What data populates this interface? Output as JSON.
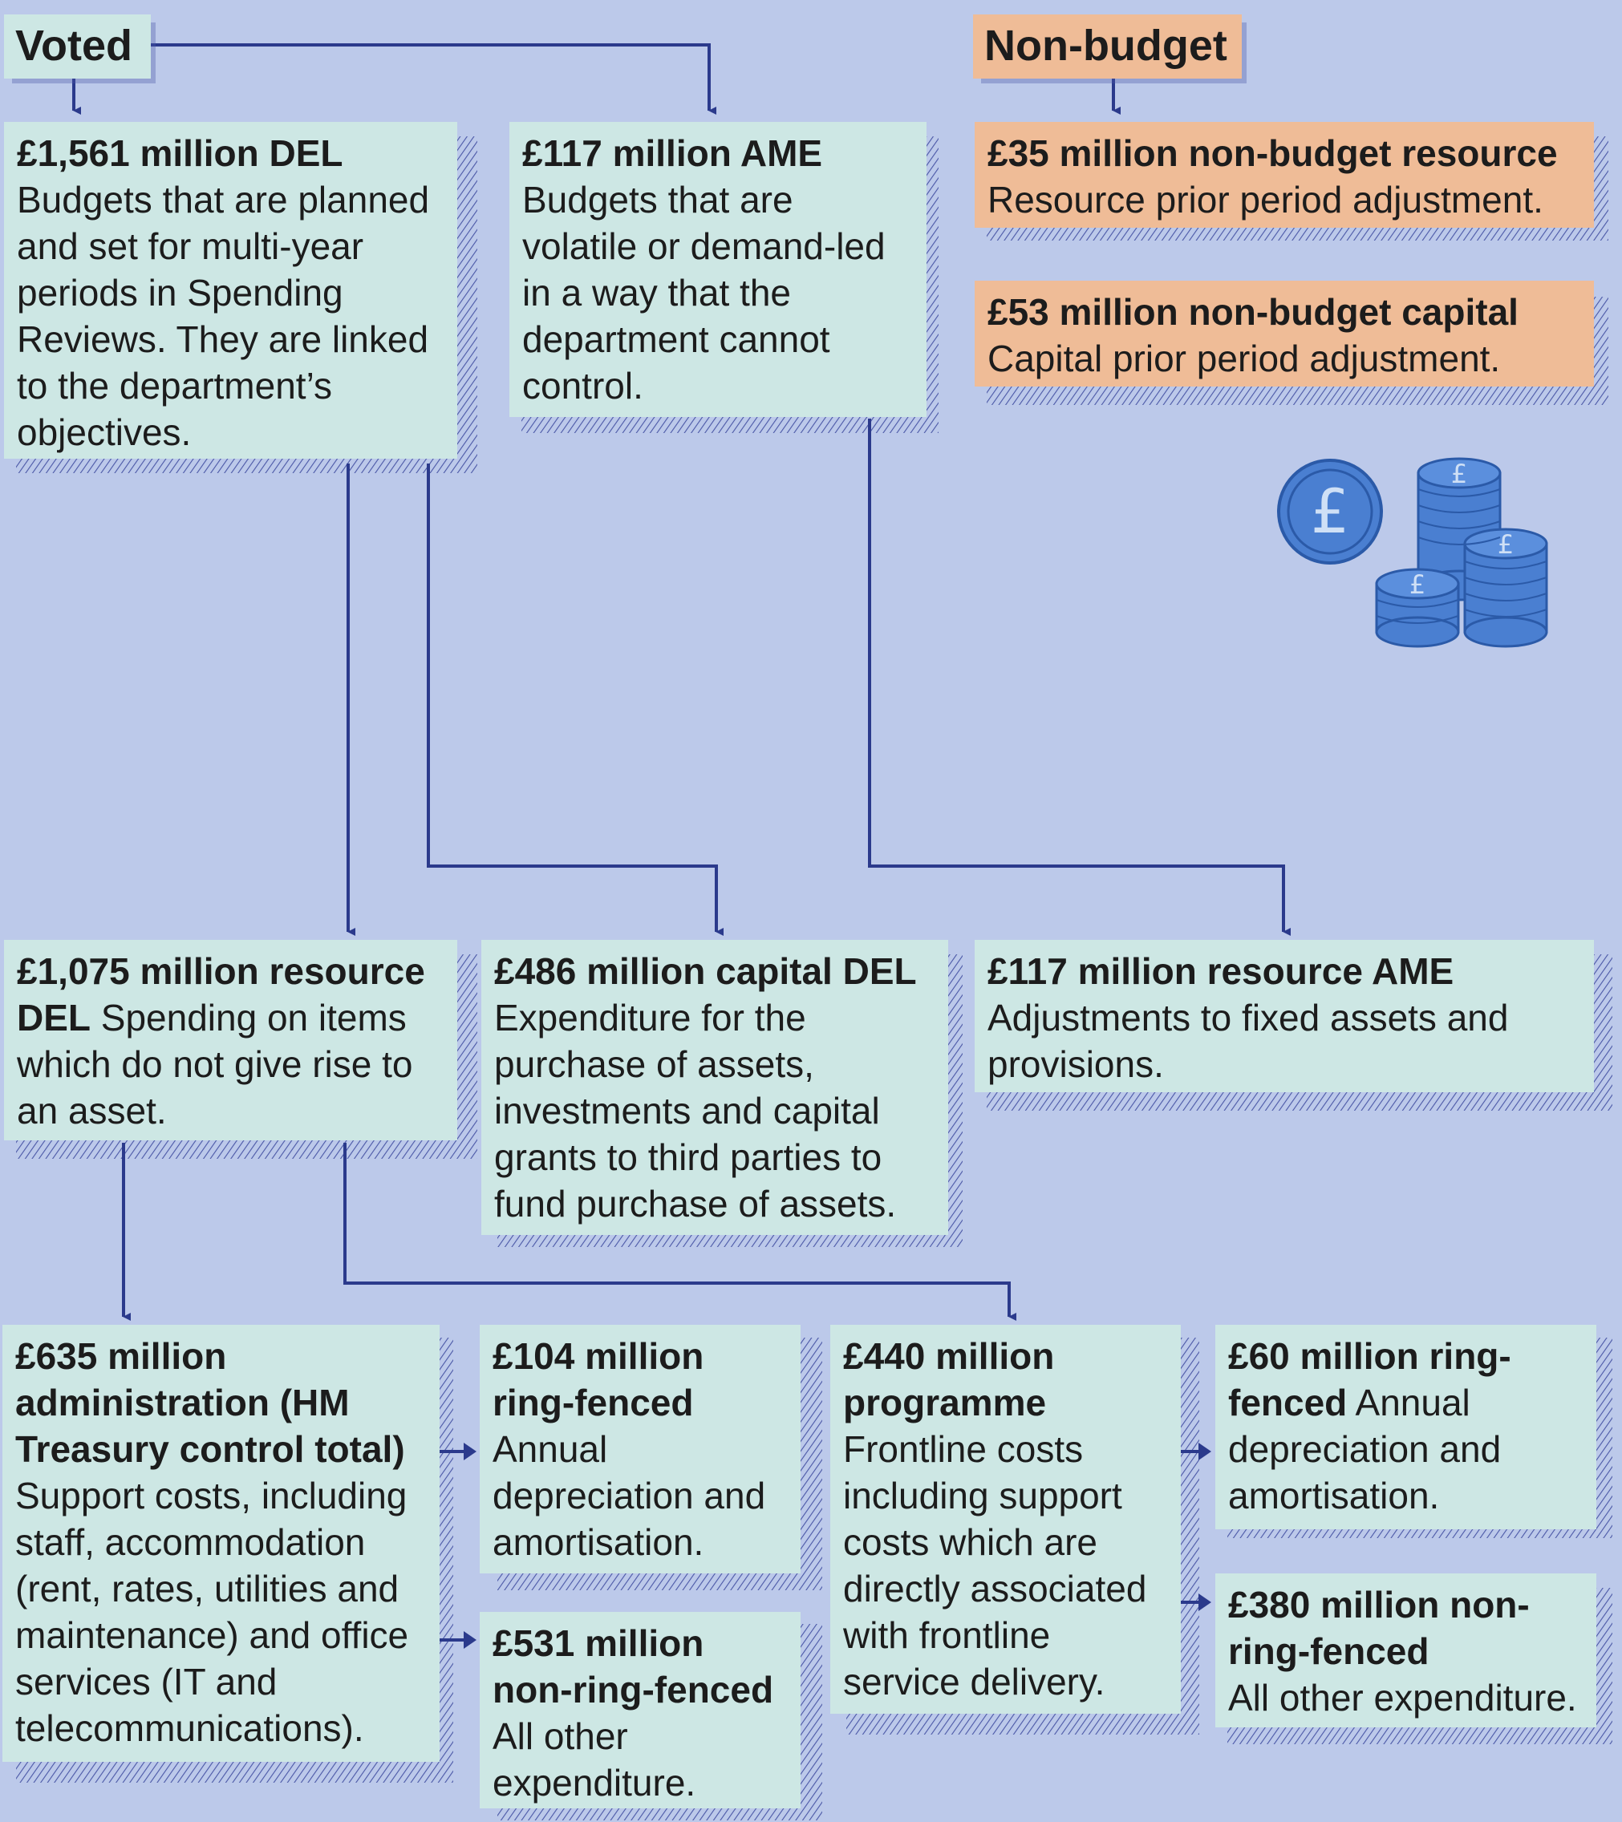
{
  "headers": {
    "voted": "Voted",
    "non_budget": "Non-budget"
  },
  "boxes": {
    "del": {
      "title": "£1,561 million DEL",
      "body": "Budgets that are planned and set for multi-year periods in Spending Reviews. They are linked to the department’s objectives."
    },
    "ame": {
      "title": "£117 million AME",
      "body": "Budgets that are volatile or demand-led in a way that the department cannot control."
    },
    "nb_resource": {
      "title": "£35 million non-budget resource",
      "body": "Resource prior period adjustment."
    },
    "nb_capital": {
      "title": "£53 million non-budget capital",
      "body": "Capital prior period adjustment."
    },
    "resource_del": {
      "title": "£1,075 million resource DEL",
      "body": "Spending on items which do not give rise to an asset."
    },
    "capital_del": {
      "title": "£486 million capital DEL",
      "body": "Expenditure for the purchase of assets, investments and capital grants to third parties to fund purchase of assets."
    },
    "resource_ame": {
      "title": "£117 million resource AME",
      "body": "Adjustments to fixed assets and provisions."
    },
    "administration": {
      "title": "£635 million administration (HM Treasury control total)",
      "body": "Support costs, including staff, accommodation (rent, rates, utilities and maintenance) and office services (IT and telecommunications)."
    },
    "admin_ring": {
      "title": "£104 million ring-fenced",
      "body": "Annual depreciation and amortisation."
    },
    "admin_nonring": {
      "title": "£531 million non-ring-fenced",
      "body": "All other expenditure."
    },
    "programme": {
      "title": "£440 million programme",
      "body": "Frontline costs including support costs which are directly associated with frontline service delivery."
    },
    "prog_ring": {
      "title": "£60 million ring-fenced",
      "body": "Annual depreciation and amortisation."
    },
    "prog_nonring": {
      "title": "£380 million non-ring-fenced",
      "body": "All other expenditure."
    }
  },
  "icons": [
    "pound-coin-icon",
    "coin-stacks-icon"
  ],
  "colors": {
    "background": "#bcc9ea",
    "voted_box": "#cde7e4",
    "non_budget_box": "#efbc97",
    "connector": "#2b3a8c",
    "coin": "#4a7fd1"
  }
}
